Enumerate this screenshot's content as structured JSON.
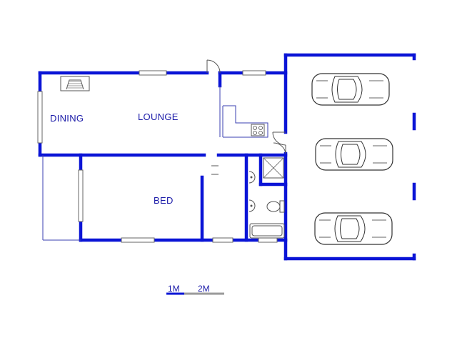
{
  "rooms": {
    "dining": "DINING",
    "lounge": "LOUNGE",
    "bed": "BED"
  },
  "scale": {
    "label_1": "1M",
    "label_2": "2M"
  },
  "colors": {
    "wall": "#0a14d6",
    "label": "#1a1aa8",
    "background": "#ffffff"
  },
  "icons": [
    "car-icon",
    "fireplace-icon",
    "shower-icon",
    "toilet-icon",
    "basin-icon",
    "bathtub-icon",
    "stove-icon",
    "door-swing-icon"
  ]
}
